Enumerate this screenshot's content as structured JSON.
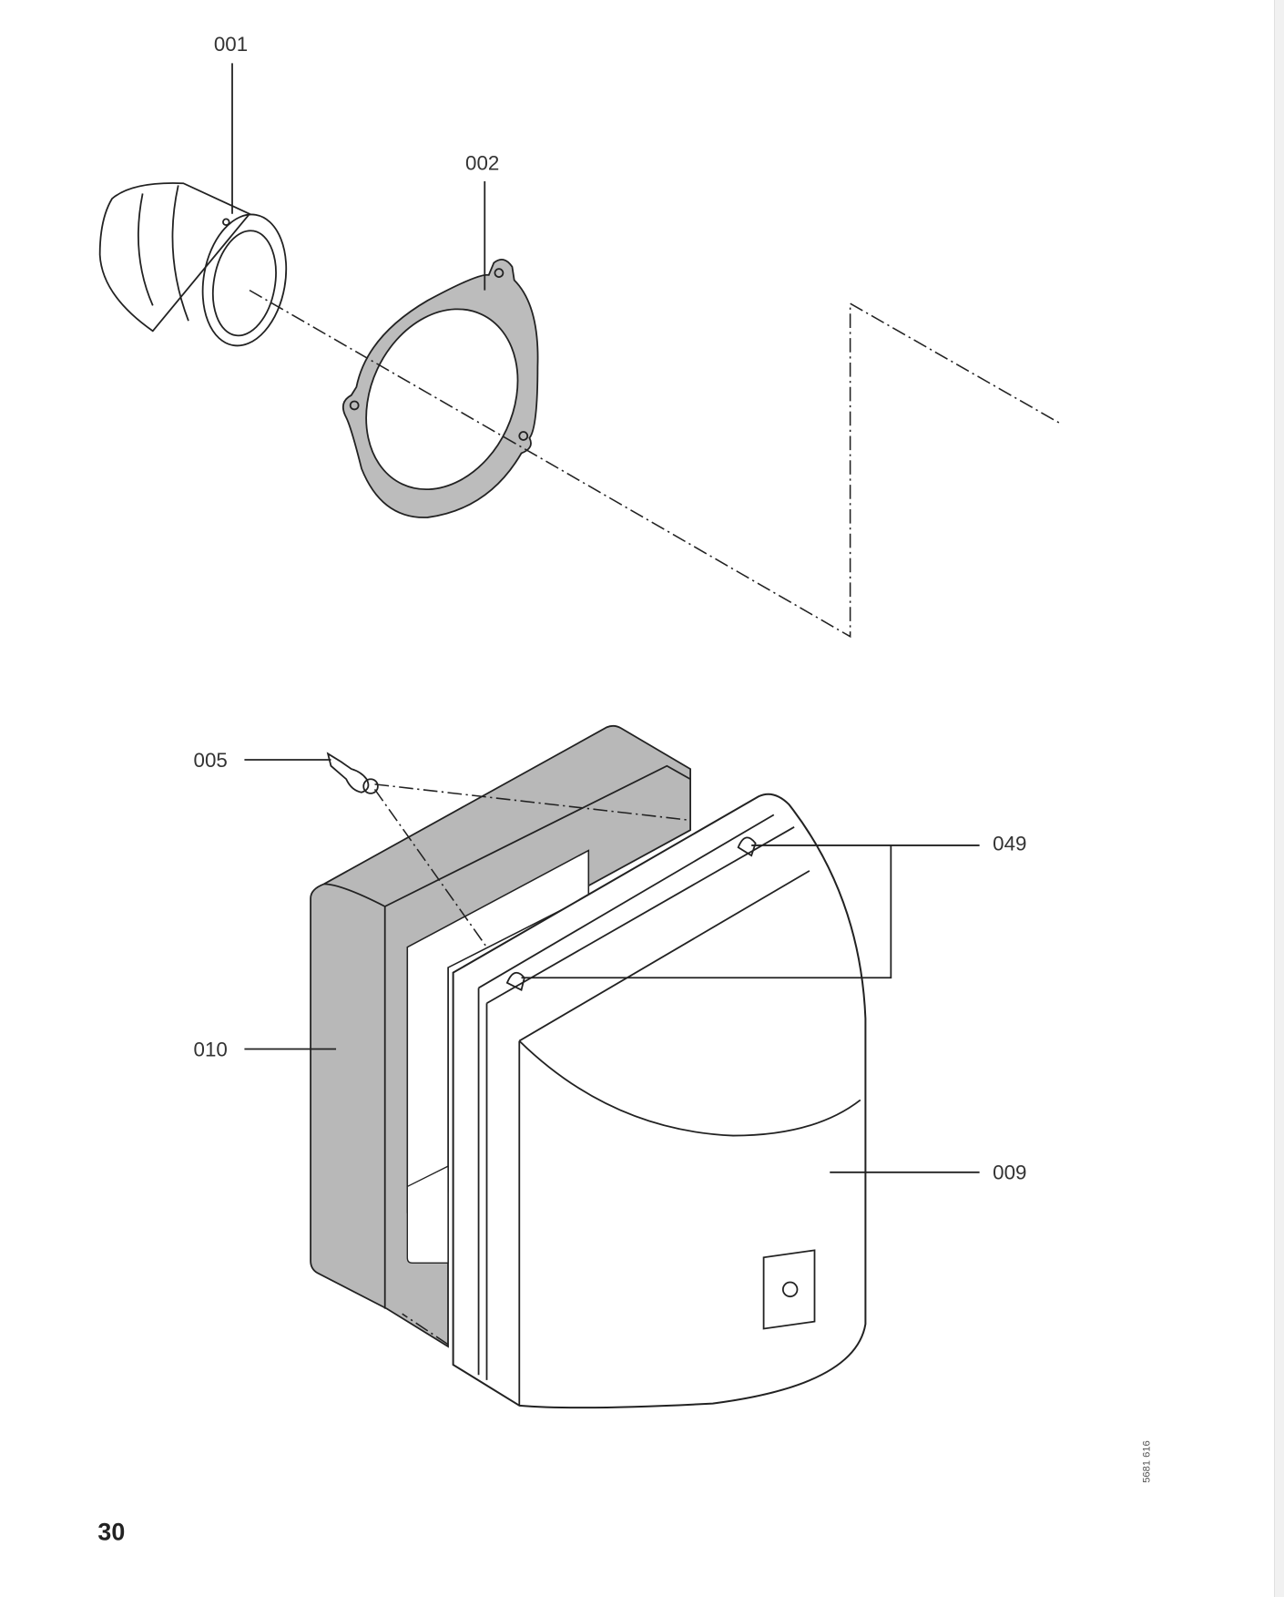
{
  "labels": {
    "p001": "001",
    "p002": "002",
    "p005": "005",
    "p049": "049",
    "p010": "010",
    "p009": "009"
  },
  "page_number": "30",
  "drawing_code": "5681 616",
  "colors": {
    "line": "#222222",
    "frame_fill": "#b8b8b8",
    "gasket_fill": "#bcbcbc"
  }
}
